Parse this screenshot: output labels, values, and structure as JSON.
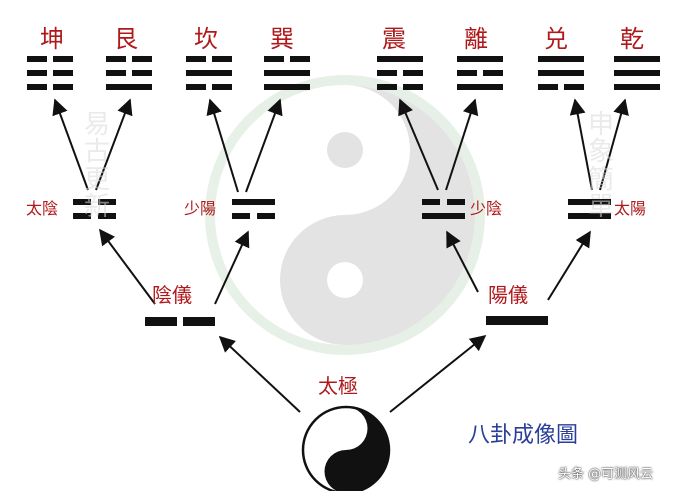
{
  "taiji": "太極",
  "yi": {
    "yin": "陰儀",
    "yang": "陽儀"
  },
  "xiang": {
    "taiyin": "太陰",
    "shaoyang": "少陽",
    "shaoyin": "少陰",
    "taiyang": "太陽"
  },
  "trigrams": [
    {
      "name": "坤",
      "lines": [
        0,
        0,
        0
      ]
    },
    {
      "name": "艮",
      "lines": [
        1,
        0,
        0
      ]
    },
    {
      "name": "坎",
      "lines": [
        0,
        1,
        0
      ]
    },
    {
      "name": "巽",
      "lines": [
        1,
        1,
        0
      ]
    },
    {
      "name": "震",
      "lines": [
        0,
        0,
        1
      ]
    },
    {
      "name": "離",
      "lines": [
        1,
        0,
        1
      ]
    },
    {
      "name": "兑",
      "lines": [
        0,
        1,
        1
      ]
    },
    {
      "name": "乾",
      "lines": [
        1,
        1,
        1
      ]
    }
  ],
  "title": "八卦成像圖",
  "credit": "头条 @可测风云",
  "watermark_left": [
    "易",
    "古",
    "更",
    "新"
  ],
  "watermark_right": [
    "申",
    "象",
    "簡",
    "單"
  ],
  "colors": {
    "label": "#b0191b",
    "line": "#111111",
    "title": "#2a3e9a",
    "arrow": "#111111"
  }
}
